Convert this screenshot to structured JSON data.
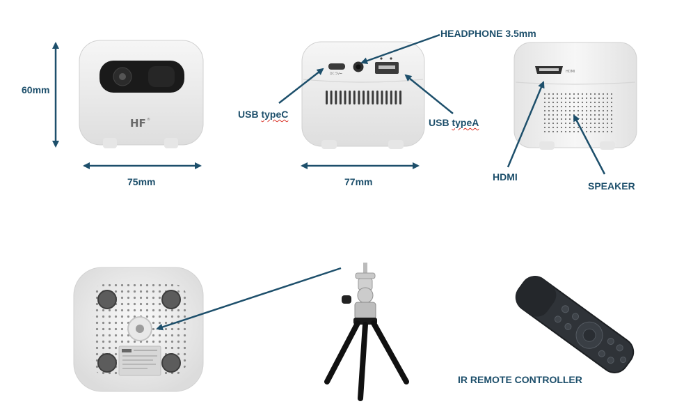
{
  "labels": {
    "headphone": "HEADPHONE 3.5mm",
    "usb_c_prefix": "USB ",
    "usb_c_word": "typeC",
    "usb_a_prefix": "USB ",
    "usb_a_word": "typeA",
    "height": "60mm",
    "width_front": "75mm",
    "width_side": "77mm",
    "hdmi": "HDMI",
    "speaker": "SPEAKER",
    "remote": "IR REMOTE CONTROLLER"
  },
  "device": {
    "logo": "HF",
    "port_c_label": "DC 5V⎓",
    "hdmi_port_label": "HDMI"
  },
  "colors": {
    "accent": "#1d4f6b",
    "body": "#efefef",
    "lens": "#1a1a1a",
    "tripod": "#111111",
    "remote": "#2f3338"
  }
}
